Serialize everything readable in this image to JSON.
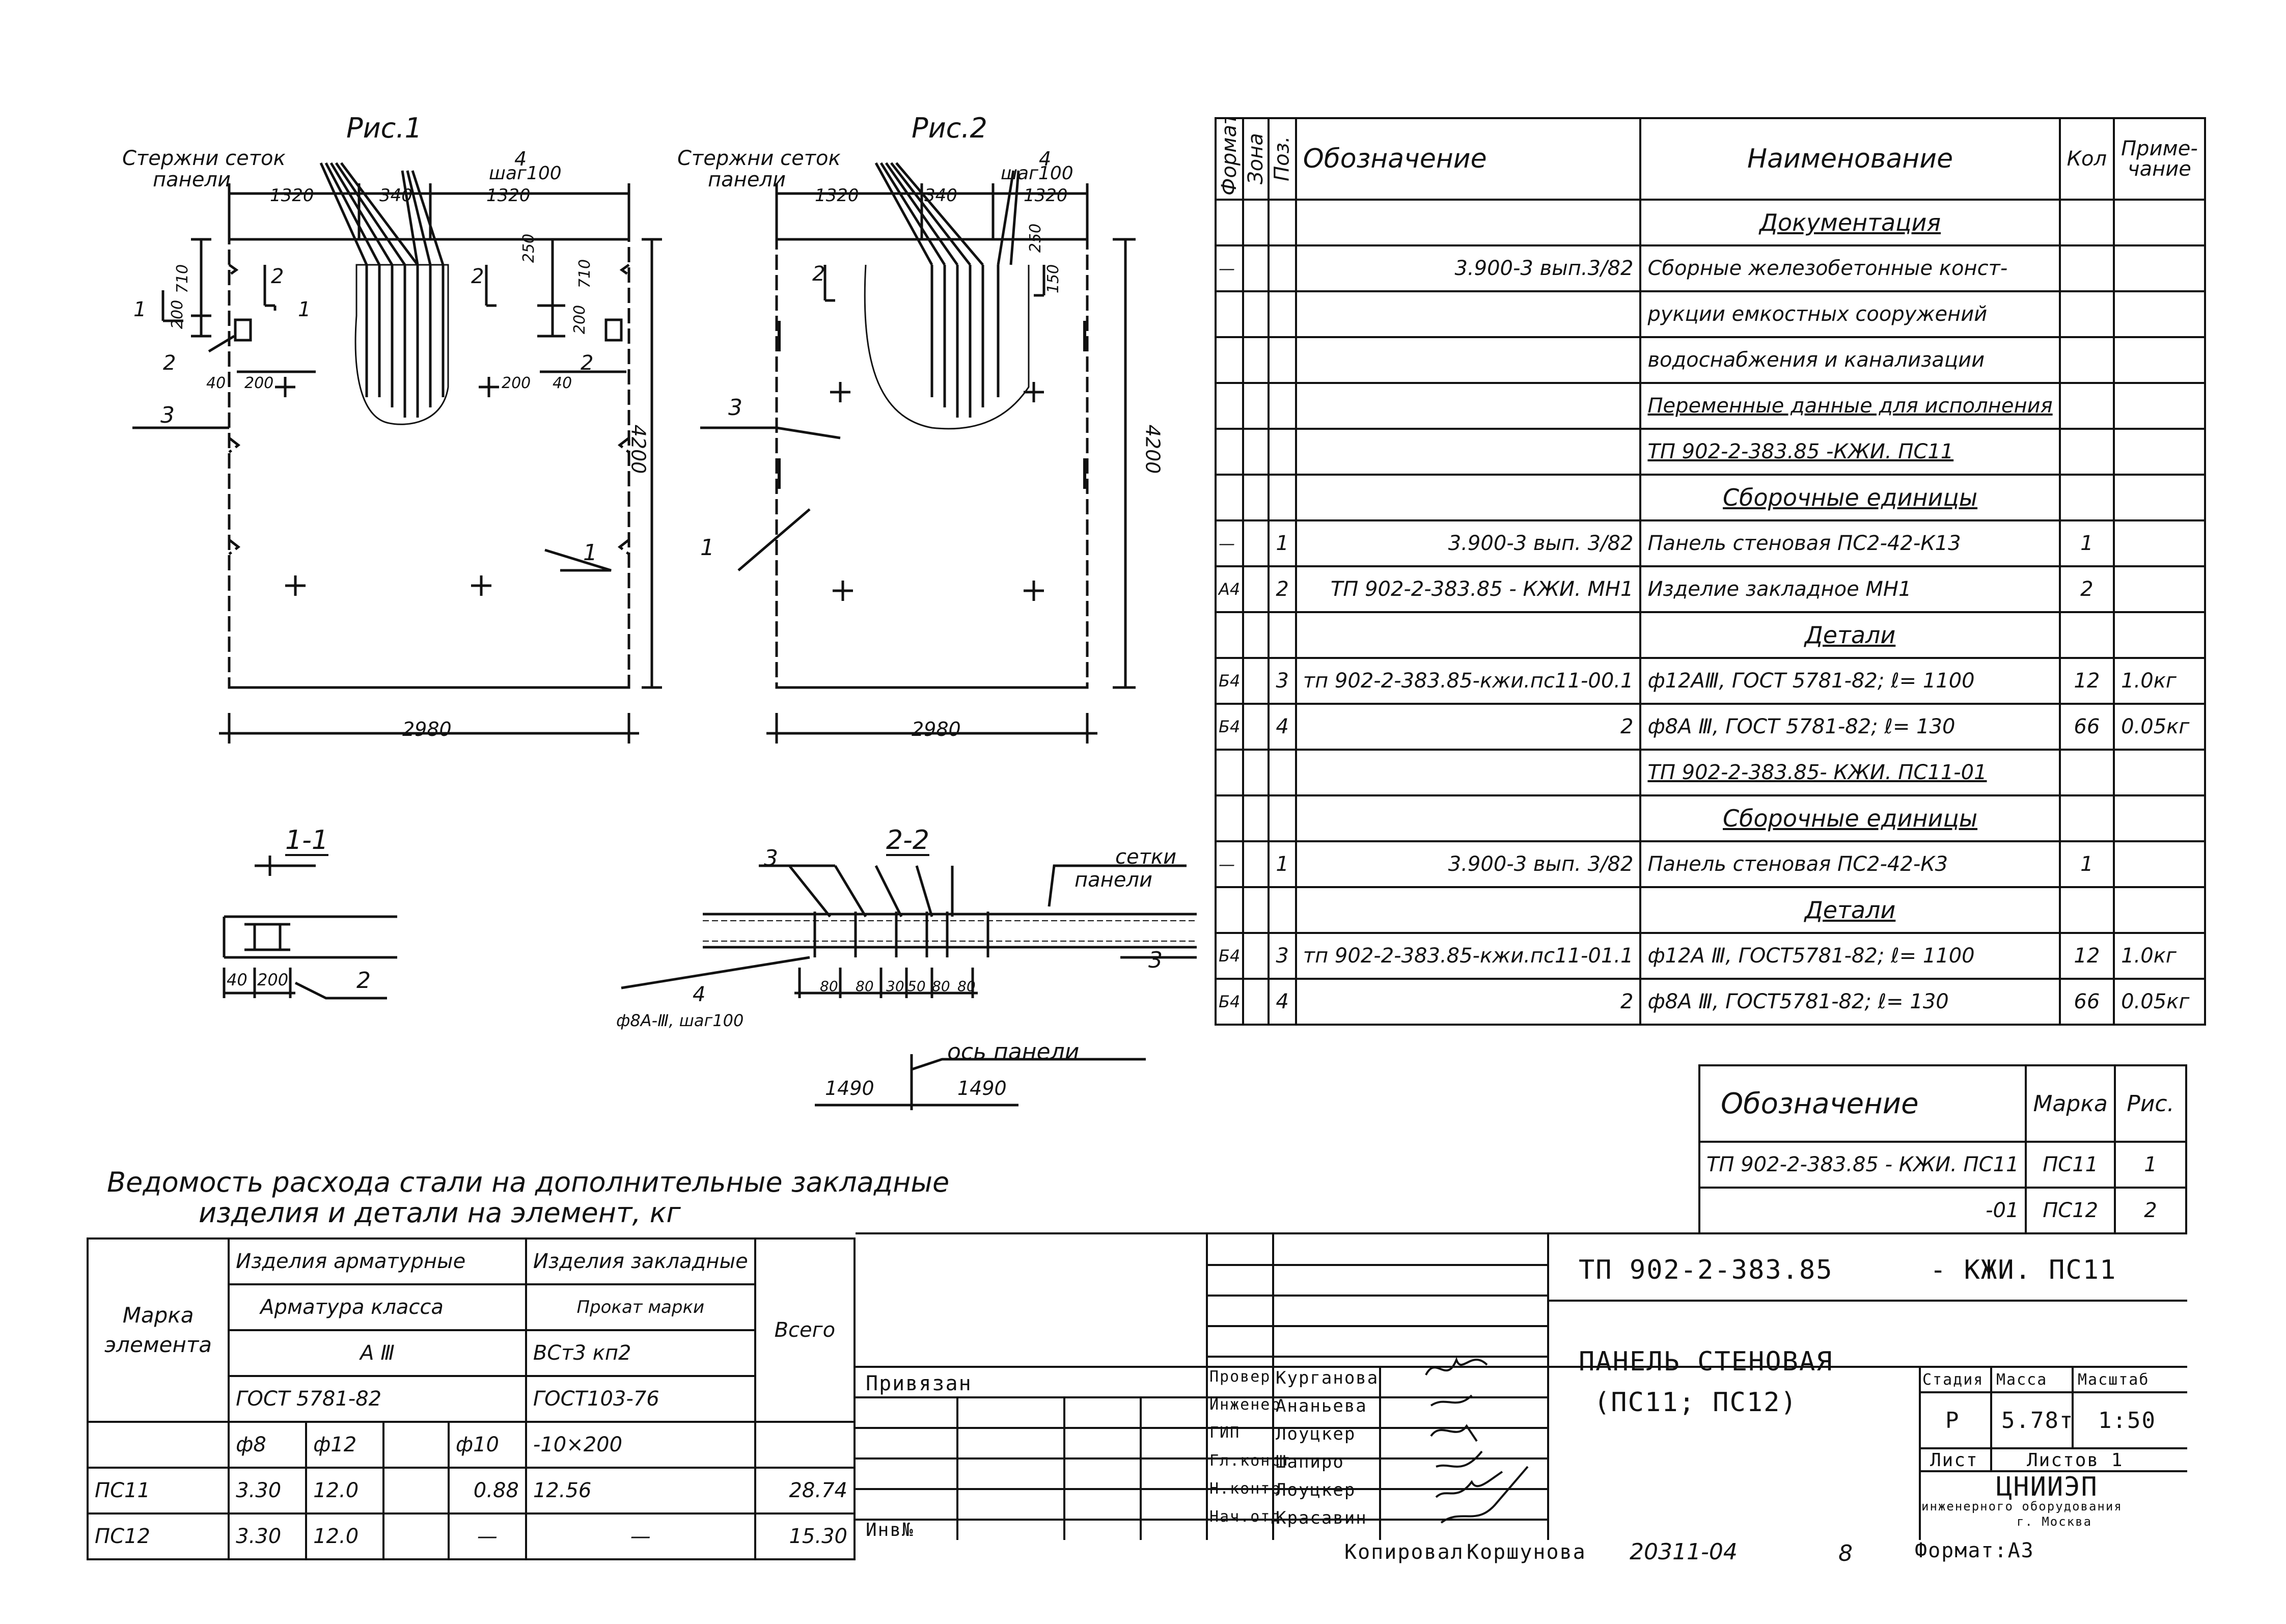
{
  "figures": {
    "fig1": {
      "title": "Рис.1",
      "rods_label": [
        "Стержни сеток",
        "панели"
      ],
      "dims_top": [
        "1320",
        "340",
        "1320"
      ],
      "callout_4": "4",
      "step": "шаг100",
      "dim_height": "4200",
      "dim_width": "2980",
      "dims_left": [
        "200",
        "710"
      ],
      "dims_right": [
        "250",
        "200",
        "710"
      ],
      "dims_embed": [
        "40",
        "200",
        "200",
        "40"
      ],
      "callouts": [
        "1",
        "2",
        "3",
        "1",
        "2",
        "2",
        "2",
        "1"
      ]
    },
    "fig2": {
      "title": "Рис.2",
      "rods_label": [
        "Стержни сеток",
        "панели"
      ],
      "dims_top": [
        "1320",
        "340",
        "1320"
      ],
      "callout_4": "4",
      "step": "шаг100",
      "dim_height": "4200",
      "dim_width": "2980",
      "dims_right": [
        "250",
        "150"
      ],
      "callouts": [
        "2",
        "3",
        "1"
      ]
    },
    "section_1_1": {
      "title": "1-1",
      "dims": [
        "40",
        "200"
      ],
      "callout": "2"
    },
    "section_2_2": {
      "title": "2-2",
      "nets_label": [
        "сетки",
        "панели"
      ],
      "callouts": [
        "3",
        "3",
        "4"
      ],
      "rebar": "ф8А-Ⅲ, шаг100",
      "dims": [
        "80",
        "80",
        "30",
        "50",
        "80",
        "80"
      ],
      "axis_label": "ось панели",
      "axis_dims": [
        "1490",
        "1490"
      ]
    }
  },
  "spec_table": {
    "headers": {
      "format": "Формат",
      "zone": "Зона",
      "pos": "Поз.",
      "designation": "Обозначение",
      "name": "Наименование",
      "qty": "Кол",
      "note": "Приме-чание"
    },
    "rows": [
      {
        "fmt": "",
        "zone": "",
        "pos": "",
        "designation": "",
        "name": "Документация",
        "qty": "",
        "note": "",
        "heading": true
      },
      {
        "fmt": "—",
        "zone": "",
        "pos": "",
        "designation": "3.900-3     вып.3/82",
        "name": "Сборные железобетонные конст-",
        "qty": "",
        "note": ""
      },
      {
        "fmt": "",
        "zone": "",
        "pos": "",
        "designation": "",
        "name": "рукции емкостных сооружений",
        "qty": "",
        "note": ""
      },
      {
        "fmt": "",
        "zone": "",
        "pos": "",
        "designation": "",
        "name": "водоснабжения и канализации",
        "qty": "",
        "note": ""
      },
      {
        "fmt": "",
        "zone": "",
        "pos": "",
        "designation": "",
        "name": "Переменные данные для исполнения",
        "qty": "",
        "note": "",
        "underline": true
      },
      {
        "fmt": "",
        "zone": "",
        "pos": "",
        "designation": "",
        "name": "ТП 902-2-383.85 -КЖИ. ПС11",
        "qty": "",
        "note": "",
        "underline": true
      },
      {
        "fmt": "",
        "zone": "",
        "pos": "",
        "designation": "",
        "name": "Сборочные единицы",
        "qty": "",
        "note": "",
        "heading": true
      },
      {
        "fmt": "—",
        "zone": "",
        "pos": "1",
        "designation": "3.900-3 вып. 3/82",
        "name": "Панель стеновая ПС2-42-К13",
        "qty": "1",
        "note": ""
      },
      {
        "fmt": "А4",
        "zone": "",
        "pos": "2",
        "designation": "ТП 902-2-383.85 - КЖИ. МН1",
        "name": "Изделие закладное МН1",
        "qty": "2",
        "note": ""
      },
      {
        "fmt": "",
        "zone": "",
        "pos": "",
        "designation": "",
        "name": "Детали",
        "qty": "",
        "note": "",
        "heading": true
      },
      {
        "fmt": "Б4",
        "zone": "",
        "pos": "3",
        "designation": "тп 902-2-383.85-кжи.пс11-00.1",
        "name": "ф12АⅢ, ГОСТ 5781-82; ℓ= 1100",
        "qty": "12",
        "note": "1.0кг"
      },
      {
        "fmt": "Б4",
        "zone": "",
        "pos": "4",
        "designation": "2",
        "name": "ф8А Ⅲ, ГОСТ 5781-82; ℓ= 130",
        "qty": "66",
        "note": "0.05кг"
      },
      {
        "fmt": "",
        "zone": "",
        "pos": "",
        "designation": "",
        "name": "ТП 902-2-383.85- КЖИ. ПС11-01",
        "qty": "",
        "note": "",
        "underline": true
      },
      {
        "fmt": "",
        "zone": "",
        "pos": "",
        "designation": "",
        "name": "Сборочные единицы",
        "qty": "",
        "note": "",
        "heading": true
      },
      {
        "fmt": "—",
        "zone": "",
        "pos": "1",
        "designation": "3.900-3 вып. 3/82",
        "name": "Панель стеновая ПС2-42-К3",
        "qty": "1",
        "note": ""
      },
      {
        "fmt": "",
        "zone": "",
        "pos": "",
        "designation": "",
        "name": "Детали",
        "qty": "",
        "note": "",
        "heading": true
      },
      {
        "fmt": "Б4",
        "zone": "",
        "pos": "3",
        "designation": "тп 902-2-383.85-кжи.пс11-01.1",
        "name": "ф12А Ⅲ, ГОСТ5781-82; ℓ= 1100",
        "qty": "12",
        "note": "1.0кг"
      },
      {
        "fmt": "Б4",
        "zone": "",
        "pos": "4",
        "designation": "2",
        "name": "ф8А Ⅲ, ГОСТ5781-82; ℓ= 130",
        "qty": "66",
        "note": "0.05кг"
      }
    ]
  },
  "variants_table": {
    "headers": [
      "Обозначение",
      "Марка",
      "Рис."
    ],
    "rows": [
      [
        "ТП 902-2-383.85 - КЖИ. ПС11",
        "ПС11",
        "1"
      ],
      [
        "-01",
        "ПС12",
        "2"
      ]
    ]
  },
  "steel_table": {
    "title_line1": "Ведомость расхода стали на дополнительные закладные",
    "title_line2": "изделия и детали на элемент, кг",
    "headers": {
      "mark": "Марка элемента",
      "rebar_products": "Изделия арматурные",
      "embedded_products": "Изделия закладные",
      "rebar_class": "Арматура класса",
      "rolled_steel": "Прокат марки",
      "class_a3": "А Ⅲ",
      "steel_grade": "ВСт3 кп2",
      "gost_rebar": "ГОСТ 5781-82",
      "gost_rolled": "ГОСТ103-76",
      "total": "Всего",
      "d8": "ф8",
      "d12": "ф12",
      "d10": "ф10",
      "plate": "-10×200"
    },
    "rows": [
      [
        "ПС11",
        "3.30",
        "12.0",
        "",
        "0.88",
        "12.56",
        "28.74"
      ],
      [
        "ПС12",
        "3.30",
        "12.0",
        "",
        "—",
        "—",
        "15.30"
      ]
    ]
  },
  "title_block": {
    "doc_number": "ТП 902-2-383.85",
    "doc_suffix": "- КЖИ. ПС11",
    "title": [
      "ПАНЕЛЬ СТЕНОВАЯ",
      "(ПС11; ПС12)"
    ],
    "stage_label": "Стадия",
    "mass_label": "Масса",
    "scale_label": "Масштаб",
    "stage": "Р",
    "mass": "5.78т",
    "scale": "1:50",
    "sheet_label": "Лист",
    "sheets_label": "Листов 1",
    "org": [
      "ЦНИИЭП",
      "инженерного оборудования",
      "г. Москва"
    ],
    "linked": "Привязан",
    "inv": "Инв№",
    "roles": [
      [
        "Провер",
        "Курганова"
      ],
      [
        "Инженер",
        "Ананьева"
      ],
      [
        "ГИП",
        "Лоуцкер"
      ],
      [
        "Гл.конст",
        "Шапиро"
      ],
      [
        "Н.контр",
        "Лоуцкер"
      ],
      [
        "Нач.отд",
        "Красавин"
      ]
    ]
  },
  "footer": {
    "copied": "Копировал",
    "copier": "Коршунова",
    "order": "20311-04",
    "sheet_no": "8",
    "format": "Формат:А3"
  }
}
